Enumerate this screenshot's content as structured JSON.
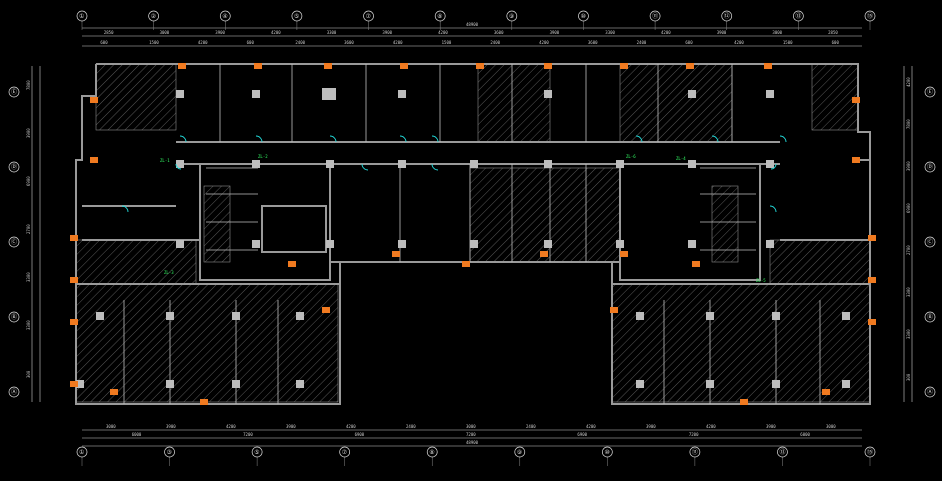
{
  "drawing": {
    "background": "#000000",
    "colors": {
      "wall": "#9a9a9a",
      "hatch": "#6f6f6f",
      "column": "#bdbdbd",
      "dimension": "#cfcfcf",
      "door": "#22dddd",
      "marker": "#f07a20",
      "tag": "#33ff66"
    },
    "grid_top": [
      "①",
      "②",
      "④",
      "⑤",
      "⑦",
      "⑧",
      "⑨",
      "⑩",
      "⑪",
      "⑫",
      "⑬",
      "⑮"
    ],
    "grid_bottom": [
      "①",
      "③",
      "⑤",
      "⑦",
      "⑧",
      "⑨",
      "⑩",
      "⑪",
      "⑬",
      "⑮"
    ],
    "grid_left": [
      "Ⓔ",
      "Ⓓ",
      "Ⓒ",
      "Ⓑ",
      "Ⓐ"
    ],
    "grid_right": [
      "Ⓔ",
      "Ⓓ",
      "Ⓒ",
      "Ⓑ",
      "Ⓐ"
    ],
    "dims_top_total": "48900",
    "dims_top_row1": [
      "2850",
      "3000",
      "3900",
      "4200",
      "3300",
      "3900",
      "4200",
      "3600",
      "3900",
      "3300",
      "4200",
      "3900",
      "3000",
      "2850"
    ],
    "dims_top_row2": [
      "600",
      "1500",
      "4200",
      "600",
      "2400",
      "3600",
      "4200",
      "1500",
      "2400",
      "4200",
      "3600",
      "2400",
      "600",
      "4200",
      "1500",
      "600"
    ],
    "dims_bottom_total": "48900",
    "dims_bottom_row1": [
      "3000",
      "3900",
      "4200",
      "3900",
      "4200",
      "2400",
      "3000",
      "2400",
      "4200",
      "3900",
      "4200",
      "3900",
      "3000"
    ],
    "dims_bottom_row2": [
      "6000",
      "7200",
      "6900",
      "7200",
      "6900",
      "7200",
      "6000"
    ],
    "dims_left": [
      "7800",
      "3900",
      "6900",
      "2700",
      "3300",
      "3300",
      "300"
    ],
    "dims_right": [
      "4200",
      "7800",
      "3900",
      "6900",
      "2700",
      "3300",
      "3300",
      "300"
    ],
    "tags": [
      "ZL-1",
      "ZL-2",
      "ZL-3",
      "ZL-4",
      "ZL-5",
      "ZL-6"
    ]
  }
}
